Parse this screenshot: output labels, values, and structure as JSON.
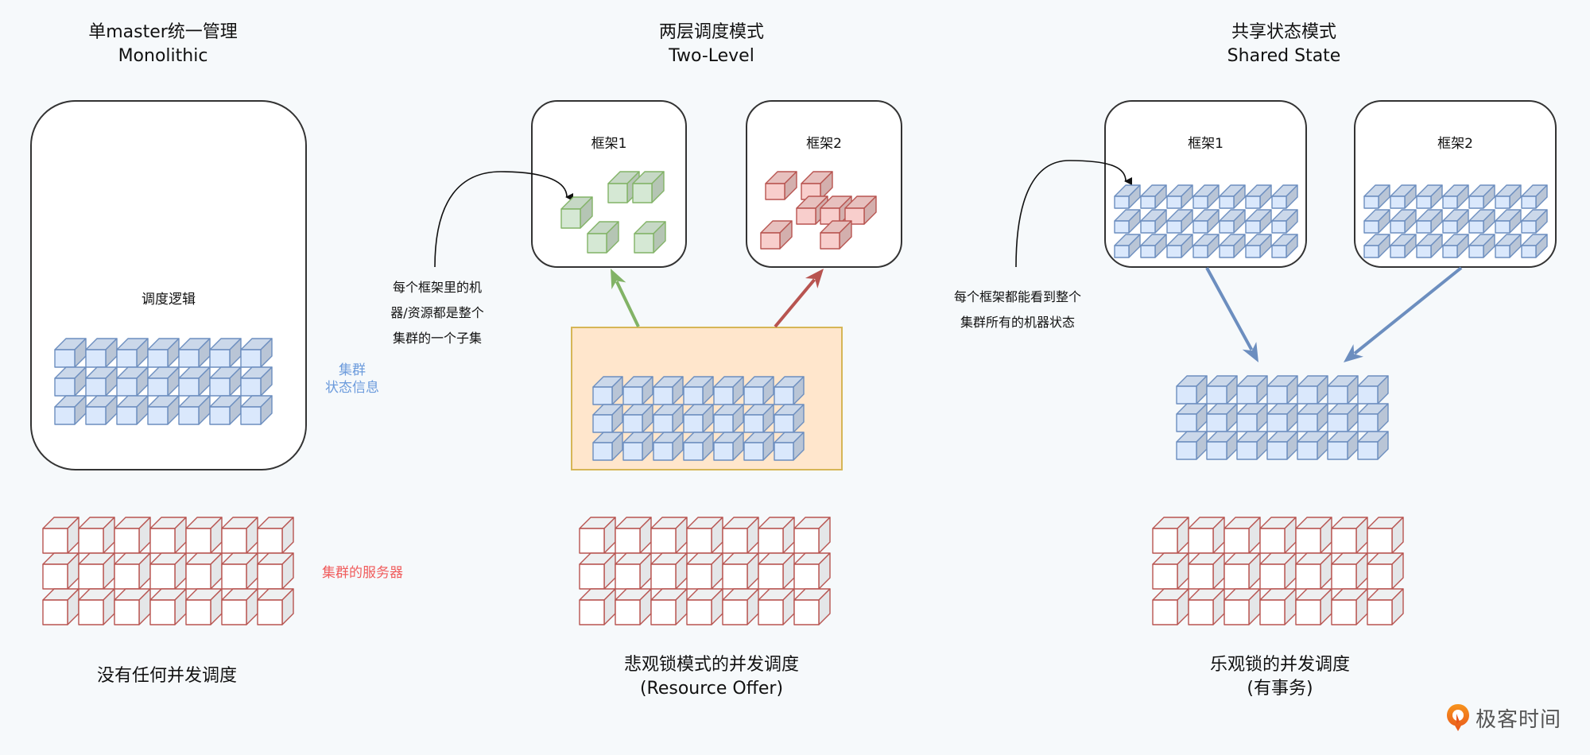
{
  "sections": [
    {
      "title": "单master统一管理",
      "subtitle": "Monolithic",
      "inner_label": "调度逻辑",
      "state_label_line1": "集群",
      "state_label_line2": "状态信息",
      "servers_label": "集群的服务器",
      "caption_line1": "没有任何并发调度",
      "caption_line2": ""
    },
    {
      "title": "两层调度模式",
      "subtitle": "Two-Level",
      "frame1": "框架1",
      "frame2": "框架2",
      "note_lines": [
        "每个框架里的机",
        "器/资源都是整个",
        "集群的一个子集"
      ],
      "caption_line1": "悲观锁模式的并发调度",
      "caption_line2": "(Resource Offer)"
    },
    {
      "title": "共享状态模式",
      "subtitle": "Shared State",
      "frame1": "框架1",
      "frame2": "框架2",
      "note_lines": [
        "每个框架都能看到整个",
        "集群所有的机器状态"
      ],
      "caption_line1": "乐观锁的并发调度",
      "caption_line2": "(有事务)"
    }
  ],
  "grid": {
    "rows": 3,
    "cols": 7
  },
  "colors": {
    "blue_fill": "#dae8fc",
    "blue_stroke": "#6c8ebf",
    "green_fill": "#d5e8d4",
    "green_stroke": "#82b366",
    "pink_fill": "#f8cecc",
    "pink_stroke": "#b85450",
    "server_stroke": "#b85450",
    "server_fill": "#ffffff",
    "orange_fill": "#ffe6cc",
    "orange_stroke": "#d6b656",
    "arrow_green": "#82b366",
    "arrow_red": "#b85450",
    "arrow_blue": "#6c8ebf"
  },
  "logo": {
    "text": "极客时间",
    "icon": "geektime-logo-icon"
  }
}
